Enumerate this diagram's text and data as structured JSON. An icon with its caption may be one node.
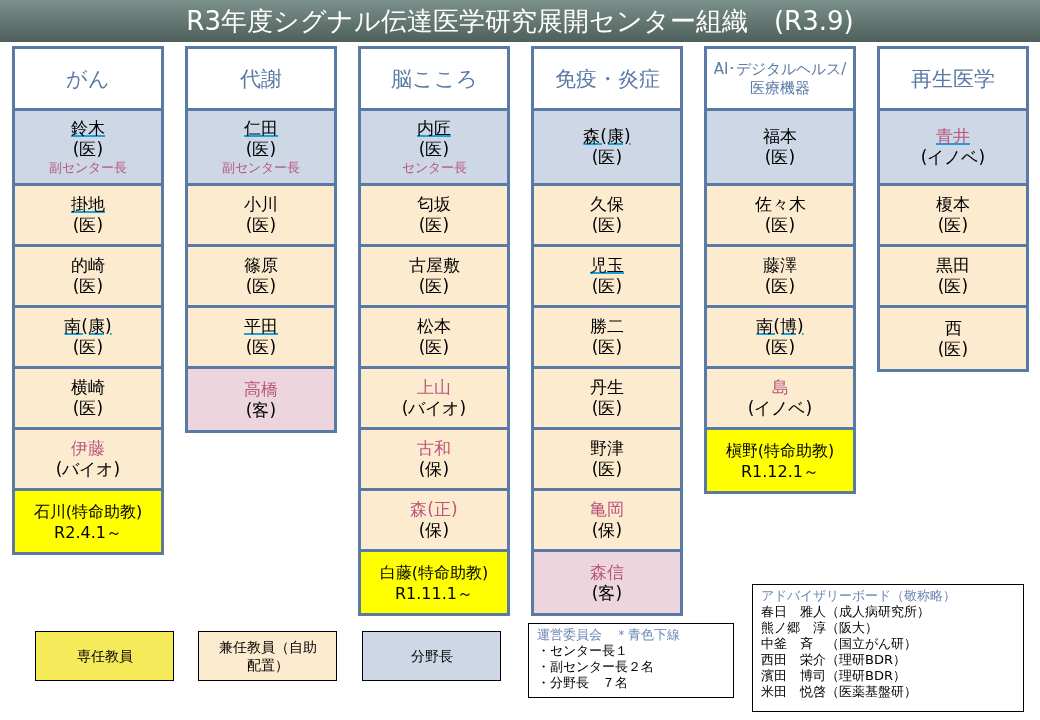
{
  "diagram": {
    "title": "R3年度シグナル伝達医学研究展開センター組織　(R3.9)",
    "nodes": [
      {
        "text": [
          "がん"
        ]
      },
      {
        "text": [
          "鈴木",
          "(医)",
          "副センター長"
        ],
        "in": 0
      },
      {
        "text": [
          "掛地",
          "(医)"
        ],
        "in": 0
      },
      {
        "text": [
          "的崎",
          "(医)"
        ],
        "in": 0
      },
      {
        "text": [
          "南(康)",
          "(医)"
        ],
        "in": 0
      },
      {
        "text": [
          "横崎",
          "(医)"
        ],
        "in": 0
      },
      {
        "text": [
          "伊藤",
          "(バイオ)"
        ],
        "in": 0
      },
      {
        "text": [
          "石川(特命助教)",
          "R2.4.1～"
        ],
        "in": 0
      },
      {
        "text": [
          "代謝"
        ]
      },
      {
        "text": [
          "仁田",
          "(医)",
          "副センター長"
        ],
        "in": 8
      },
      {
        "text": [
          "小川",
          "(医)"
        ],
        "in": 8
      },
      {
        "text": [
          "篠原",
          "(医)"
        ],
        "in": 8
      },
      {
        "text": [
          "平田",
          "(医)"
        ],
        "in": 8
      },
      {
        "text": [
          "高橋",
          "(客)"
        ],
        "in": 8
      },
      {
        "text": [
          "脳こころ"
        ]
      },
      {
        "text": [
          "内匠",
          "(医)",
          "センター長"
        ],
        "in": 14
      },
      {
        "text": [
          "匂坂",
          "(医)"
        ],
        "in": 14
      },
      {
        "text": [
          "古屋敷",
          "(医)"
        ],
        "in": 14
      },
      {
        "text": [
          "松本",
          "(医)"
        ],
        "in": 14
      },
      {
        "text": [
          "上山",
          "(バイオ)"
        ],
        "in": 14
      },
      {
        "text": [
          "古和",
          "(保)"
        ],
        "in": 14
      },
      {
        "text": [
          "森(正)",
          "(保)"
        ],
        "in": 14
      },
      {
        "text": [
          "白藤(特命助教)",
          "R1.11.1～"
        ],
        "in": 14
      },
      {
        "text": [
          "免疫・炎症"
        ]
      },
      {
        "text": [
          "森(康)",
          "(医)"
        ],
        "in": 23
      },
      {
        "text": [
          "久保",
          "(医)"
        ],
        "in": 23
      },
      {
        "text": [
          "児玉",
          "(医)"
        ],
        "in": 23
      },
      {
        "text": [
          "勝二",
          "(医)"
        ],
        "in": 23
      },
      {
        "text": [
          "丹生",
          "(医)"
        ],
        "in": 23
      },
      {
        "text": [
          "野津",
          "(医)"
        ],
        "in": 23
      },
      {
        "text": [
          "亀岡",
          "(保)"
        ],
        "in": 23
      },
      {
        "text": [
          "森信",
          "(客)"
        ],
        "in": 23
      },
      {
        "text": [
          "AI･デジタルヘルス/医療機器"
        ]
      },
      {
        "text": [
          "福本",
          "(医)"
        ],
        "in": 32
      },
      {
        "text": [
          "佐々木",
          "(医)"
        ],
        "in": 32
      },
      {
        "text": [
          "藤澤",
          "(医)"
        ],
        "in": 32
      },
      {
        "text": [
          "南(博)",
          "(医)"
        ],
        "in": 32
      },
      {
        "text": [
          "島",
          "(イノベ)"
        ],
        "in": 32
      },
      {
        "text": [
          "槇野(特命助教)",
          "R1.12.1～"
        ],
        "in": 32
      },
      {
        "text": [
          "再生医学"
        ]
      },
      {
        "text": [
          "青井",
          "(イノベ)"
        ],
        "in": 39
      },
      {
        "text": [
          "榎本",
          "(医)"
        ],
        "in": 39
      },
      {
        "text": [
          "黒田",
          "(医)"
        ],
        "in": 39
      },
      {
        "text": [
          "西",
          "(医)"
        ],
        "in": 39
      },
      {
        "text": [
          "運営委員会　＊青色下線",
          "・センター長１",
          "・副センター長２名",
          "・分野長　７名"
        ]
      },
      {
        "text": [
          "アドバイザリーボード（敬称略）",
          "春日　雅人（成人病研究所）",
          "熊ノ郷　淳（阪大）",
          "中釜　斉　（国立がん研）",
          "西田　栄介（理研BDR）",
          "濱田　博司（理研BDR）",
          "米田　悦啓（医薬基盤研）"
        ]
      }
    ],
    "edges": [],
    "legend": [
      {
        "text": "専任教員",
        "color": "#f5ea5a"
      },
      {
        "text": "兼任教員（自助配置）",
        "color": "#fdebd0"
      },
      {
        "text": "分野長",
        "color": "#cdd7e6"
      }
    ]
  }
}
